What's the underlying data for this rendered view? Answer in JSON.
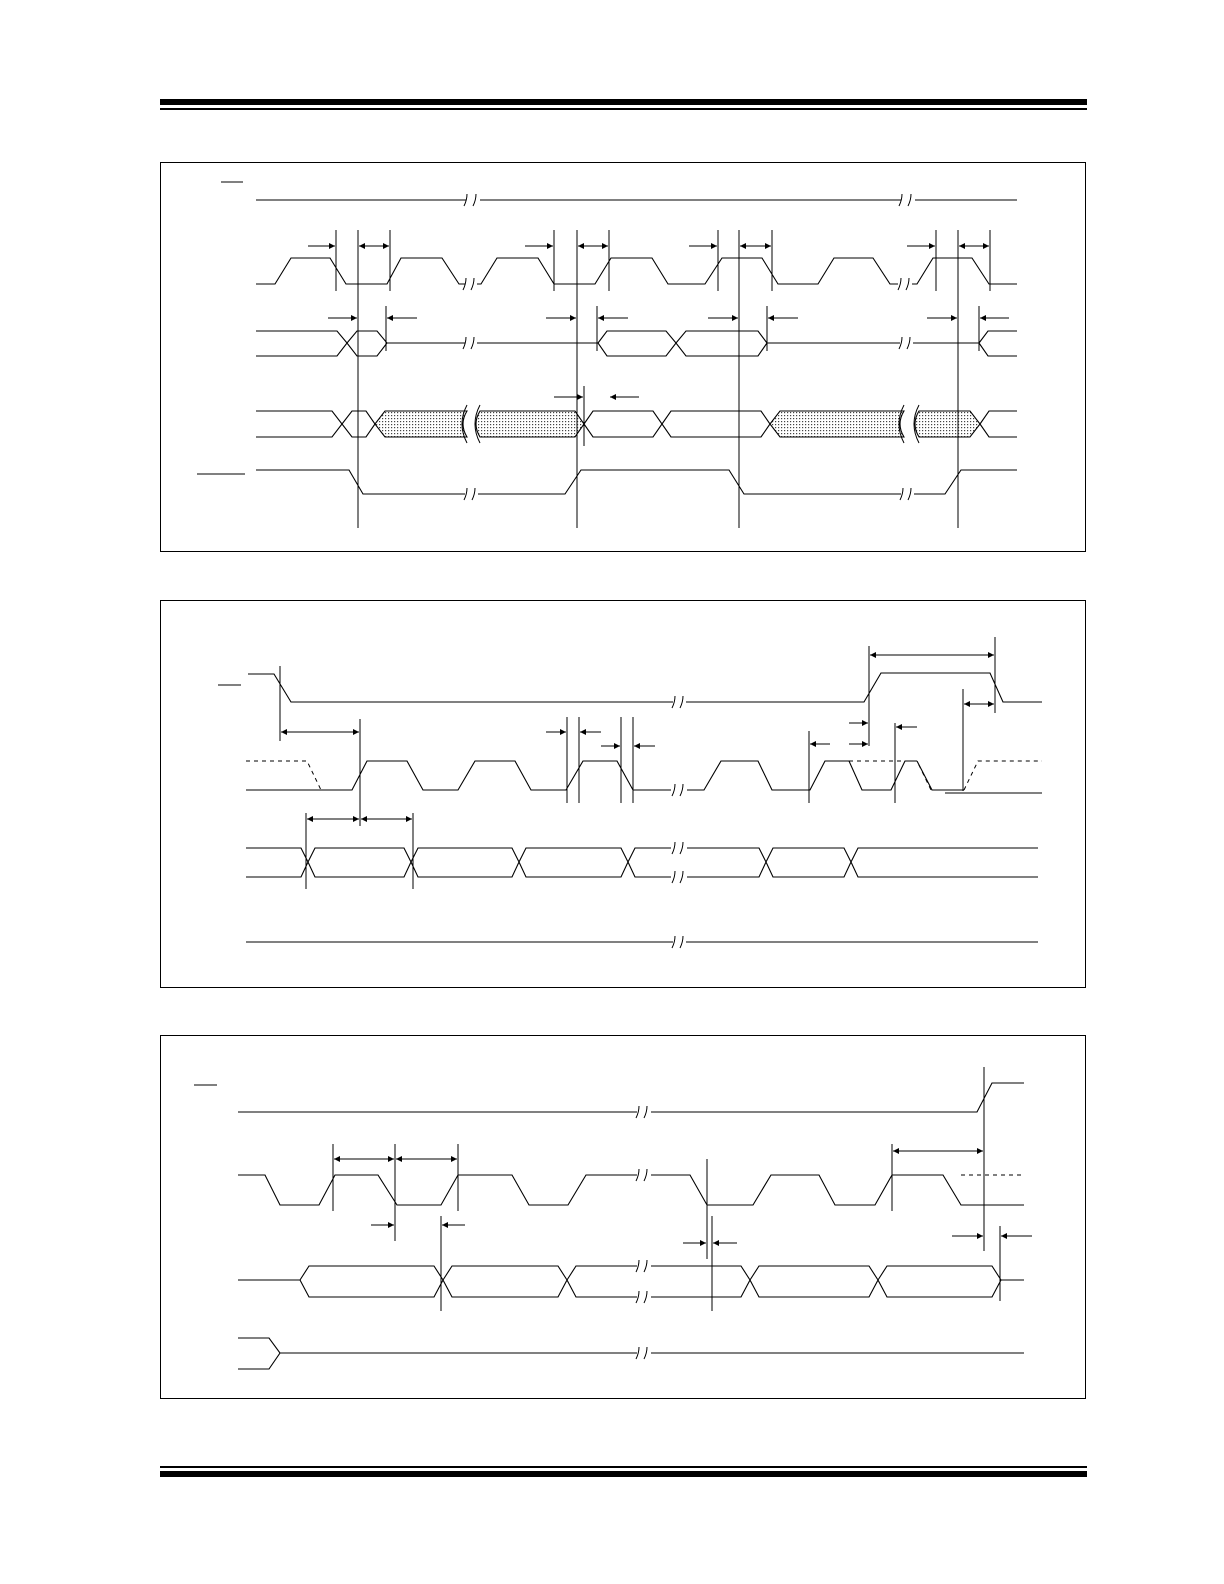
{
  "figures": [
    {
      "id": "timing-diagram-1"
    },
    {
      "id": "timing-diagram-2"
    },
    {
      "id": "timing-diagram-3"
    }
  ]
}
